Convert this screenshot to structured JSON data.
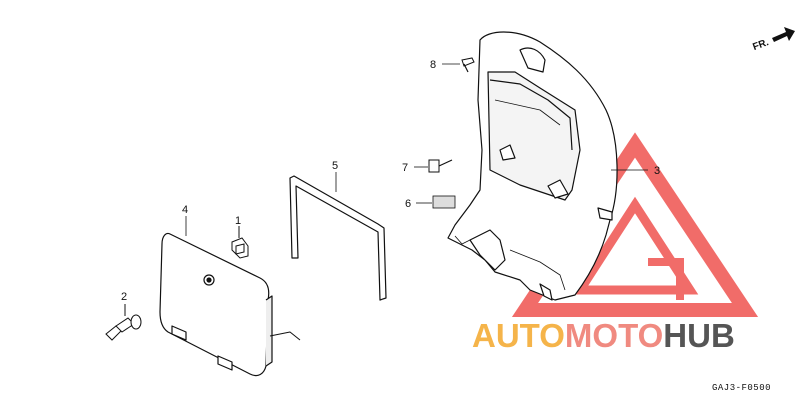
{
  "direction": "FR.",
  "drawing_code": "GAJ3-F0500",
  "watermark": {
    "part1": "AUTO",
    "part2": "MOTO",
    "part3": "HUB",
    "color1": "#f5b44a",
    "color2": "#f08a80",
    "color3": "#555555",
    "triangle_color": "#ef5350"
  },
  "callouts": [
    {
      "label": "1"
    },
    {
      "label": "2"
    },
    {
      "label": "3"
    },
    {
      "label": "4"
    },
    {
      "label": "5"
    },
    {
      "label": "6"
    },
    {
      "label": "7"
    },
    {
      "label": "8"
    }
  ]
}
